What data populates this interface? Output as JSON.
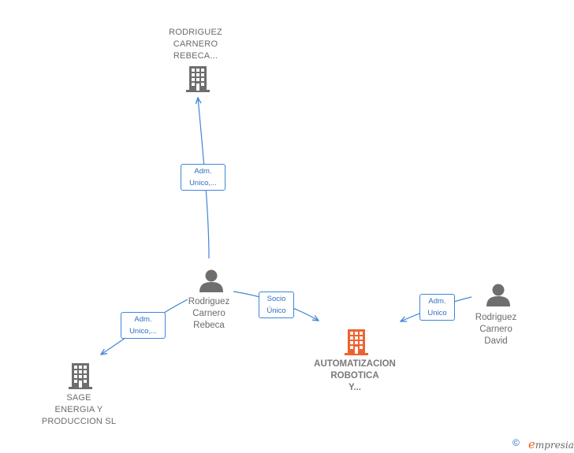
{
  "nodes": {
    "rebeca_company": {
      "label": "RODRIGUEZ\nCARNERO\nREBECA...",
      "icon": "building-icon",
      "color": "#6e6e6e"
    },
    "rebeca_person": {
      "label": "Rodriguez\nCarnero\nRebeca",
      "icon": "person-icon",
      "color": "#6e6e6e"
    },
    "sage": {
      "label": "SAGE\nENERGIA Y\nPRODUCCION SL",
      "icon": "building-icon",
      "color": "#6e6e6e"
    },
    "automatizacion": {
      "label": "AUTOMATIZACION\nROBOTICA\nY...",
      "icon": "building-icon",
      "color": "#f0622d"
    },
    "david": {
      "label": "Rodriguez\nCarnero\nDavid",
      "icon": "person-icon",
      "color": "#6e6e6e"
    }
  },
  "edges": {
    "rebeca_to_company": "Adm.\nUnico,...",
    "rebeca_to_sage": "Adm.\nUnico,...",
    "rebeca_to_automatizacion": "Socio\nÚnico",
    "david_to_automatizacion": "Adm.\nUnico"
  },
  "colors": {
    "edge": "#3f86d6",
    "focus": "#f0622d",
    "node": "#6e6e6e"
  },
  "footer": {
    "copyright": "©",
    "brand_initial": "e",
    "brand_rest": "mpresia"
  }
}
